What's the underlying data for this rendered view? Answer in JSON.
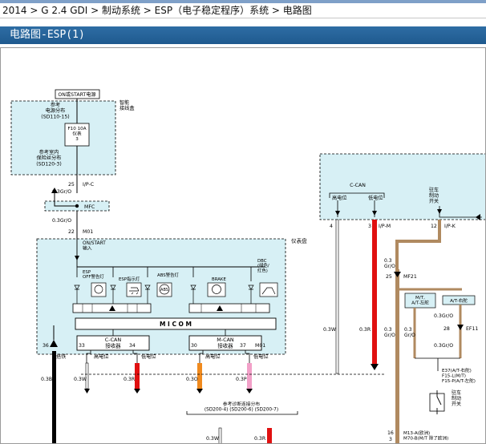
{
  "breadcrumb": "2014 > G 2.4 GDI > 制动系统 > ESP（电子稳定程序）系统 > 电路图",
  "section_title": "电路图-ESP(1)",
  "diagram": {
    "power_label": "ON或START电源",
    "junction_box": "智能\n接线盒",
    "ref_power": "参考\n电源分布\n(SD110-15)",
    "fuse": "F10 10A\n仪表\n3",
    "ref_fuse": "参考室内\n保险丝分布\n(SD120-3)",
    "pin_25": "25",
    "conn_ipc": "I/P-C",
    "wire_03gro_a": "0.3Gr/O",
    "wire_03gro_b": "0.3Gr/O",
    "mfc_label": "MFC",
    "pin_22": "22",
    "conn_m01": "M01",
    "cluster_label": "仪表盘",
    "on_start_input": "ON/START\n输入",
    "lamp_esp_off": "ESP\nOFF警告灯",
    "lamp_esp": "ESP指示灯",
    "lamp_abs": "ABS警告灯",
    "lamp_brake": "BRAKE",
    "lamp_dbc": "DBC\n(绿色/\n红色)",
    "abs_text": "ABS",
    "micom": "M I C O M",
    "ccan_rx": "C-CAN\n接收器",
    "mcan_rx": "M-CAN\n接收器",
    "high": "高电位",
    "low": "低电位",
    "ground": "搭铁",
    "pins_left": [
      "36",
      "33",
      "34",
      "30",
      "37"
    ],
    "conn_m01b": "M01",
    "wires_left": [
      "0.3B",
      "0.3W",
      "0.3R",
      "0.3O",
      "0.3P"
    ],
    "ref_diag": "参考诊断连接分布\n(SD200-4) (SD200-6) (SD200-7)",
    "wire_bottom_w": "0.3W",
    "wire_bottom_r": "0.3R",
    "right_ccan": "C-CAN",
    "right_high": "高电位",
    "right_low": "低电位",
    "parking_switch": "驻车\n制动\n开关",
    "pin_4": "4",
    "pin_3": "3",
    "conn_ipm": "I/P-M",
    "pin_12": "12",
    "conn_ipk": "I/P-K",
    "wire_03gro_c": "0.3\nGr/O",
    "pin_25b": "25",
    "conn_mf21": "MF21",
    "mt_label": "M/T,\nA/T-左舵",
    "at_label": "A/T-右舵",
    "wire_03gro_d": "0.3Gr/O",
    "pin_28": "28",
    "conn_ef11": "EF11",
    "wire_right_03w": "0.3W",
    "wire_right_03r": "0.3R",
    "wire_right_03gro": "0.3\nGr/O",
    "wire_03": "0.3\nGr/O",
    "wire_03gro_e": "0.3Gr/O",
    "conn_e37": "E37(A/T-右舵)\nF15-L(M/T)\nF15-P(A/T-左舵)",
    "parking_switch_2": "驻车\n制动\n开关",
    "pin_16": "16",
    "pin_3b": "3",
    "conn_m13": "M13-A(欧洲)\nM70-B(M/T 除了欧洲)"
  }
}
